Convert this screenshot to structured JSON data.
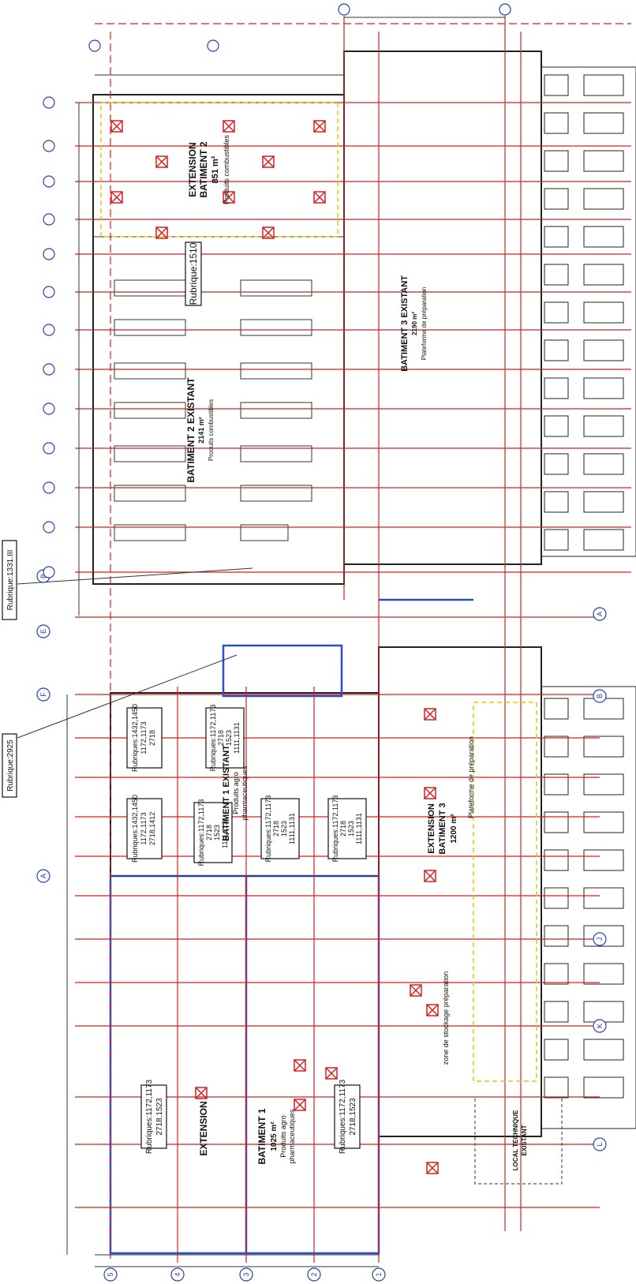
{
  "buildings": {
    "ext_bat2": {
      "title": "EXTENSION",
      "subtitle": "BATIMENT 2",
      "area": "851 m²",
      "desc": "Produits combustibles"
    },
    "bat2": {
      "title": "BATIMENT 2 EXISTANT",
      "area": "2141 m²",
      "desc": "Produits combustibles"
    },
    "bat3": {
      "title": "BATIMENT 3 EXISTANT",
      "area": "2190 m²",
      "desc": "Plateforme de préparation"
    },
    "bat1_exist": {
      "title": "BATIMENT 1 EXISTANT",
      "desc1": "Produits agro",
      "desc2": "pharmaceutiques"
    },
    "ext_bat3": {
      "title": "EXTENSION",
      "subtitle": "BATIMENT 3",
      "area": "1200 m²",
      "desc": "Plateforme de préparation",
      "zone": "zone de stockage préparation"
    },
    "bat1": {
      "title": "BATIMENT 1",
      "area": "1025 m²",
      "desc1": "Produits agro",
      "desc2": "pharmaceutiques"
    },
    "ext_bat1": {
      "title": "EXTENSION"
    },
    "local": {
      "title": "LOCAL TECHNIQUE",
      "subtitle": "EXISTANT"
    }
  },
  "rubriques": {
    "r1510": "Rubrique:1510",
    "r1331": "Rubrique:1331.III",
    "r2925": "Rubrique:2925",
    "r_a1": {
      "l1": "Rubriques:1432,1450",
      "l2": "1172,1173",
      "l3": "2718"
    },
    "r_a2": {
      "l1": "Rubriques:1172,1173",
      "l2": "2718",
      "l3": "1523",
      "l4": "1111,1131"
    },
    "r_b1": {
      "l1": "Rubriques:1432,1450",
      "l2": "1172,1173",
      "l3": "2718,1412"
    },
    "r_b2": {
      "l1": "Rubriques:1172,1173",
      "l2": "2718",
      "l3": "1523",
      "l4": "1111,1131"
    },
    "r_b3": {
      "l1": "Rubriques:1172,1173",
      "l2": "2718",
      "l3": "1523",
      "l4": "1111,1131"
    },
    "r_b4": {
      "l1": "Rubriques:1172,1173",
      "l2": "2718",
      "l3": "1523",
      "l4": "1111,1131"
    },
    "r_c1": {
      "l1": "Rubriques:1172,1173",
      "l2": "2718,1523"
    },
    "r_c2": {
      "l1": "Rubriques:1172,1173",
      "l2": "2718,1523"
    }
  },
  "grid_bubbles": {
    "left": [
      "5",
      "4",
      "3",
      "2",
      "1"
    ],
    "top_letters": [
      "F",
      "E",
      "B",
      "A"
    ],
    "right": [
      "B",
      "A",
      "J",
      "K",
      "L"
    ]
  },
  "colors": {
    "red": "#d42020",
    "blue": "#2a4fc8",
    "yellow": "#e8c800",
    "bubble": "#2a3fb0"
  }
}
